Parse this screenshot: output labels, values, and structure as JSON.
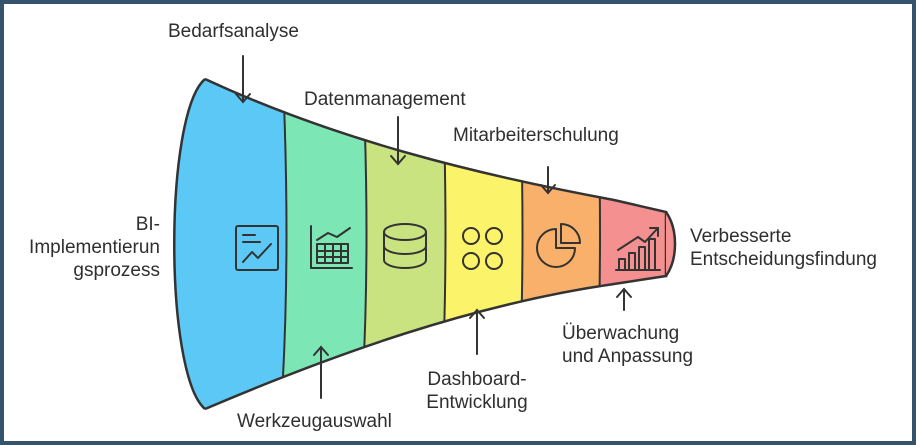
{
  "start_label": [
    "BI-",
    "Implementierun",
    "gsprozess"
  ],
  "end_label": [
    "Verbesserte",
    "Entscheidungsfindung"
  ],
  "stages": [
    {
      "label": [
        "Bedarfsanalyse"
      ],
      "color": "#5bc8f5",
      "icon": "line-chart-icon"
    },
    {
      "label": [
        "Werkzeugauswahl"
      ],
      "color": "#7de6b5",
      "icon": "spreadsheet-chart-icon"
    },
    {
      "label": [
        "Datenmanagement"
      ],
      "color": "#c8e37f",
      "icon": "database-icon"
    },
    {
      "label": [
        "Dashboard-",
        "Entwicklung"
      ],
      "color": "#fbf369",
      "icon": "dashboard-grid-icon"
    },
    {
      "label": [
        "Mitarbeiterschulung"
      ],
      "color": "#f9b06b",
      "icon": "pie-chart-icon"
    },
    {
      "label": [
        "Überwachung",
        "und Anpassung"
      ],
      "color": "#f59090",
      "icon": "growth-bar-chart-icon"
    }
  ],
  "colors": {
    "frame": "#35546b",
    "outline": "#333333"
  }
}
